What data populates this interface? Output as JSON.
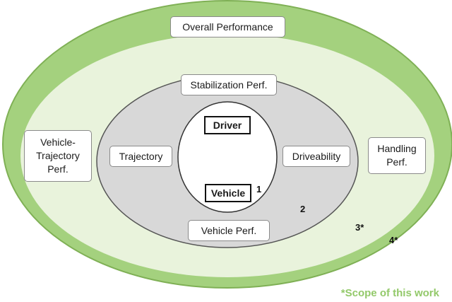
{
  "colors": {
    "outer_ring": "#a4d17e",
    "outer_ring_stroke": "#7fb055",
    "inner_fill": "#e9f3dc",
    "gray_ring": "#d8d8d8",
    "center_fill": "#ffffff",
    "footnote": "#93c96a"
  },
  "labels": {
    "overall": "Overall Performance",
    "stabilization": "Stabilization Perf.",
    "driver": "Driver",
    "vehicle": "Vehicle",
    "trajectory": "Trajectory",
    "driveability": "Driveability",
    "vehicle_perf": "Vehicle Perf.",
    "vehicle_trajectory": "Vehicle-\nTrajectory\nPerf.",
    "handling": "Handling\nPerf."
  },
  "levels": {
    "one": "1",
    "two": "2",
    "three": "3*",
    "four": "4*"
  },
  "footnote": "*Scope of this work"
}
